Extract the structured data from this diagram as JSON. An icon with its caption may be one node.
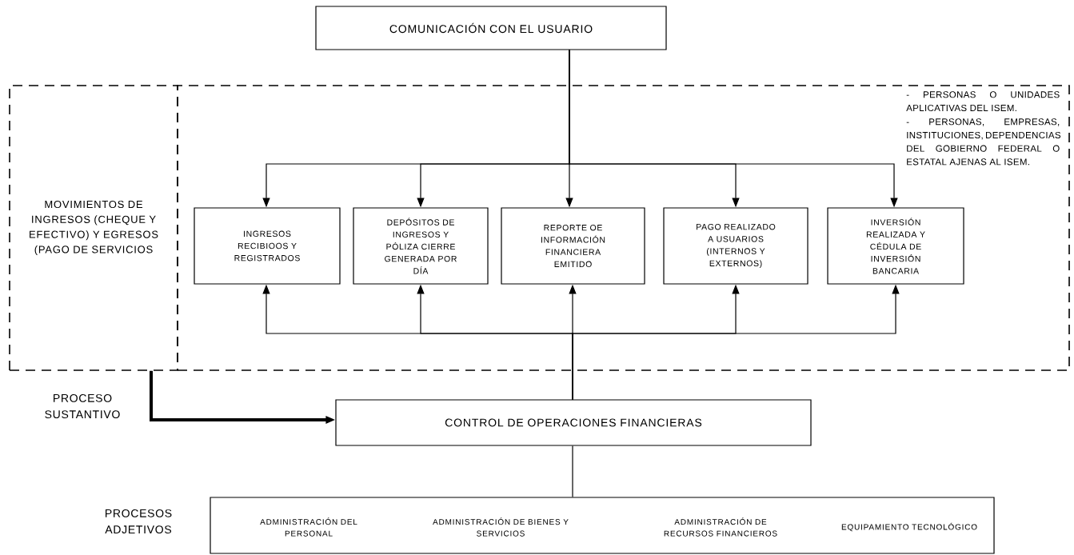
{
  "diagram": {
    "nodes": [
      {
        "text": [
          "COMUNICACIÓN CON EL USUARIO"
        ]
      },
      {
        "text": [
          "MOVIMIENTOS DE INGRESOS (CHEQUE Y EFECTIVO) Y EGRESOS (PAGO DE SERVICIOS"
        ]
      },
      {
        "text": [
          "- PERSONAS O UNIDADES APLICATIVAS DEL ISEM.",
          "- PERSONAS, EMPRESAS, INSTITUCIONES, DEPENDENCIAS DEL GOBIERNO FEDERAL O ESTATAL AJENAS AL ISEM."
        ]
      },
      {
        "text": [
          "INGRESOS RECIBIOOS Y REGISTRADOS"
        ],
        "in": 2
      },
      {
        "text": [
          "DEPÓSITOS DE INGRESOS Y PÓLIZA CIERRE GENERADA POR DÍA"
        ],
        "in": 2
      },
      {
        "text": [
          "REPORTE OE INFORMACIÓN FINANCIERA EMITIDO"
        ],
        "in": 2
      },
      {
        "text": [
          "PAGO REALIZADO A USUARIOS (INTERNOS Y EXTERNOS)"
        ],
        "in": 2
      },
      {
        "text": [
          "INVERSIÓN REALIZADA Y CÉDULA DE INVERSIÓN BANCARIA"
        ],
        "in": 2
      },
      {
        "text": [
          "CONTROL DE OPERACIONES FINANCIERAS"
        ]
      },
      {
        "text": [
          "ADMINISTRACIÓN DEL PERSONAL",
          "ADMINISTRACIÓN DE BIENES Y SERVICIOS",
          "ADMINISTRACIÓN DE RECURSOS FINANCIEROS",
          "EQUIPAMIENTO TECNOLÓGICO"
        ]
      }
    ],
    "edges": [
      {
        "from": 0,
        "to": 3,
        "arrow": "to"
      },
      {
        "from": 0,
        "to": 4,
        "arrow": "to"
      },
      {
        "from": 0,
        "to": 5,
        "arrow": "to"
      },
      {
        "from": 0,
        "to": 6,
        "arrow": "to"
      },
      {
        "from": 0,
        "to": 7,
        "arrow": "to"
      },
      {
        "from": 8,
        "to": 3,
        "arrow": "to"
      },
      {
        "from": 8,
        "to": 4,
        "arrow": "to"
      },
      {
        "from": 8,
        "to": 5,
        "arrow": "to"
      },
      {
        "from": 8,
        "to": 6,
        "arrow": "to"
      },
      {
        "from": 8,
        "to": 7,
        "arrow": "to"
      },
      {
        "from": 1,
        "to": 8,
        "arrow": "to",
        "style": "thick"
      },
      {
        "from": 8,
        "to": 9,
        "arrow": "none"
      }
    ],
    "labels": [
      "PROCESO SUSTANTIVO",
      "PROCESOS ADJETIVOS"
    ]
  }
}
